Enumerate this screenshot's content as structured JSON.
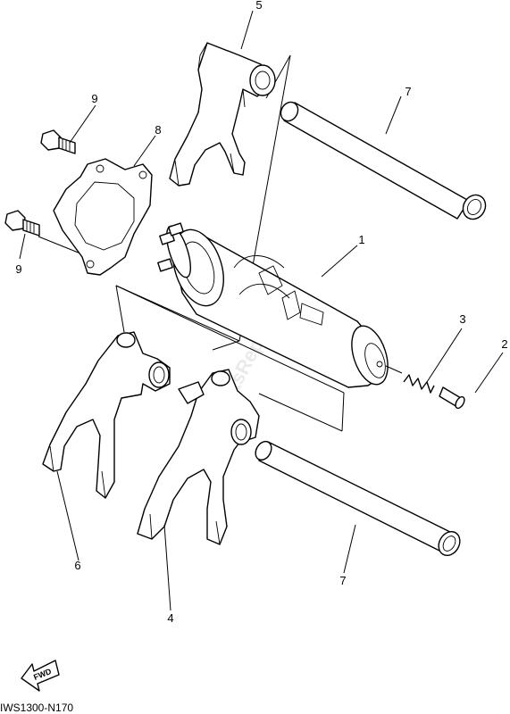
{
  "callouts": {
    "shift_drum": "1",
    "drum_pin": "2",
    "spring": "3",
    "fork_center": "4",
    "fork_top": "5",
    "fork_left": "6",
    "guide_bar_upper": "7",
    "guide_bar_lower": "7",
    "retainer_plate": "8",
    "bolt_upper": "9",
    "bolt_lower": "9"
  },
  "diagram_code": "IWS1300-N170",
  "fwd_label": "FWD",
  "watermark": "PartsRepublik"
}
